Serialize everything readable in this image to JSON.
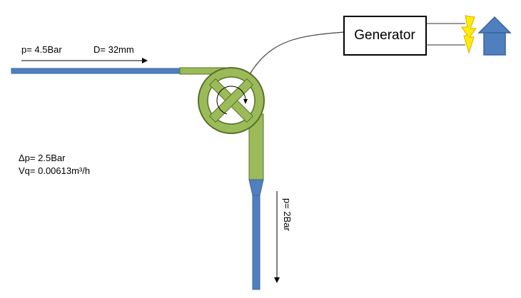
{
  "labels": {
    "inlet_pressure": "p= 4.5Bar",
    "diameter": "D= 32mm",
    "pressure_drop": "Δp= 2.5Bar",
    "flow_rate": "Vq= 0.00613m³/h",
    "outlet_pressure": "p= 2Bar",
    "generator": "Generator"
  },
  "colors": {
    "pipe_blue": "#4f7fbf",
    "pipe_blue_stroke": "#3a659d",
    "turbine_green": "#9bbb59",
    "turbine_green_stroke": "#56712a",
    "lightning_yellow": "#ffee00",
    "lightning_stroke": "#e0a800",
    "house_blue": "#4f7fbf"
  },
  "icons": [
    "lightning-icon",
    "house-icon",
    "turbine-wheel-icon"
  ]
}
